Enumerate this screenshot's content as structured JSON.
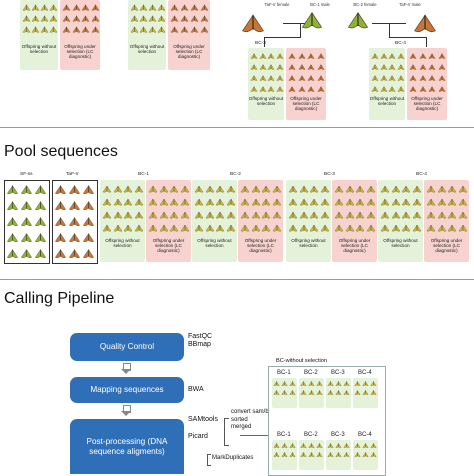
{
  "top": {
    "groups": [
      {
        "caption": "Offspring without selection",
        "tone": "green"
      },
      {
        "caption": "Offspring under selection (LC diagnostic)",
        "tone": "pink"
      },
      {
        "caption": "Offspring without selection",
        "tone": "green"
      },
      {
        "caption": "Offspring under selection (LC diagnostic)",
        "tone": "pink"
      }
    ],
    "parents": [
      "TaF-rr female",
      "BC-1 male",
      "BC-2 female",
      "TaF-rr male"
    ],
    "bc_labels": [
      "BC-3",
      "BC-4"
    ],
    "bc_groups": [
      {
        "caption": "Offspring without selection",
        "tone": "green"
      },
      {
        "caption": "Offspring under selection (LC diagnostic)",
        "tone": "pink"
      },
      {
        "caption": "Offspring without selection",
        "tone": "green"
      },
      {
        "caption": "Offspring under selection (LC diagnostic)",
        "tone": "pink"
      }
    ]
  },
  "pool": {
    "title": "Pool sequences",
    "parents": [
      "SF-ss",
      "TaF-rr"
    ],
    "bc_labels": [
      "BC-1",
      "BC-2",
      "BC-3",
      "BC-4"
    ],
    "group_captions": [
      "Offspring without selection",
      "Offspring under selection (LC diagnostic)"
    ]
  },
  "calling": {
    "title": "Calling Pipeline",
    "steps": [
      {
        "label": "Quality Control",
        "tools": "FastQC\nBBmap"
      },
      {
        "label": "Mapping sequences",
        "tools": "BWA"
      },
      {
        "label": "Post-processing (DNA sequence aligments)",
        "tools": "SAMtools\n\nPicard"
      }
    ],
    "samtools_notes": "convert sam/bam\nsorted\nmerged",
    "picard_note": "MarkDuplicates",
    "panel_title": "BC-without selection",
    "panel_labels": [
      "BC-1",
      "BC-2",
      "BC-3",
      "BC-4"
    ]
  },
  "colors": {
    "green_bg": "#e4f2d9",
    "pink_bg": "#f7d2cf",
    "step_blue": "#2f6fb8",
    "moth_green": "#8ab33a",
    "moth_orange": "#c9753a",
    "moth_yellow": "#c9b840"
  }
}
